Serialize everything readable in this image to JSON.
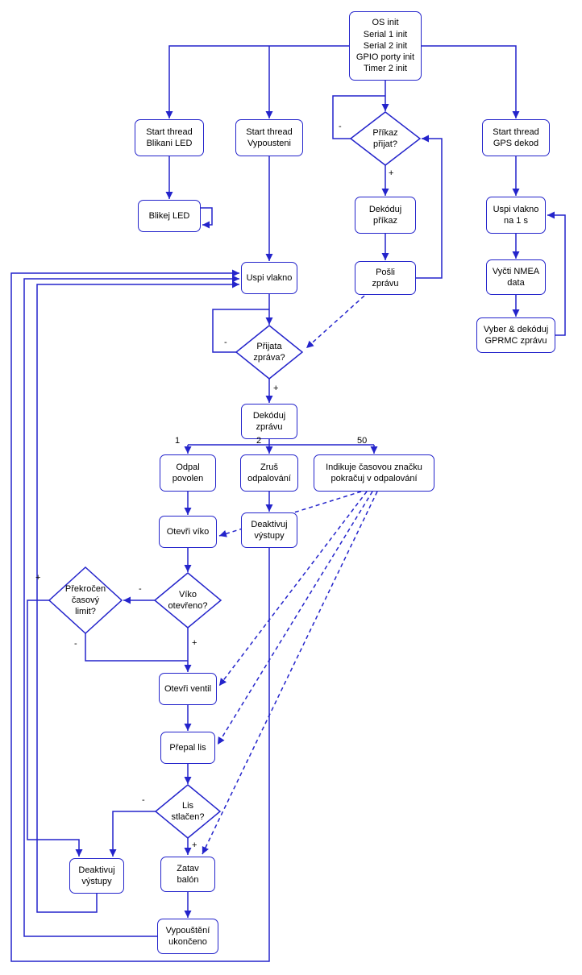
{
  "palette": {
    "line": "#2424cb",
    "text": "#000000",
    "background": "#ffffff"
  },
  "nodes": {
    "os_init": {
      "label": "OS init\nSerial 1 init\nSerial 2 init\nGPIO porty init\nTimer 2 init"
    },
    "start_blikani": {
      "label": "Start thread\nBlikani LED"
    },
    "start_vypousteni": {
      "label": "Start thread\nVypousteni"
    },
    "prikaz_prijat": {
      "label": "Příkaz\npřijat?"
    },
    "start_gps": {
      "label": "Start thread\nGPS dekod"
    },
    "blikej_led": {
      "label": "Blikej LED"
    },
    "dekoduj_prikaz": {
      "label": "Dekóduj\npříkaz"
    },
    "uspi_vlakno": {
      "label": "Uspi vlakno"
    },
    "posli_zpravu": {
      "label": "Pošli\nzprávu"
    },
    "uspi_1s": {
      "label": "Uspi vlakno\nna 1 s"
    },
    "vycti_nmea": {
      "label": "Vyčti NMEA\ndata"
    },
    "gprmc": {
      "label": "Vyber & dekóduj\nGPRMC zprávu"
    },
    "prijata_zprava": {
      "label": "Přijata\nzpráva?"
    },
    "dekoduj_zpravu": {
      "label": "Dekóduj\nzprávu"
    },
    "odpal_povolen": {
      "label": "Odpal\npovolen"
    },
    "zrus_odpalovani": {
      "label": "Zruš\nodpalování"
    },
    "indikuje": {
      "label": "Indikuje časovou značku\npokračuj v odpalování"
    },
    "otevri_viko": {
      "label": "Otevři víko"
    },
    "deaktivuj_horni": {
      "label": "Deaktivuj\nvýstupy"
    },
    "viko_otevreno": {
      "label": "Víko\notevřeno?"
    },
    "prekrocen_limit": {
      "label": "Překročen\nčasový\nlimit?"
    },
    "otevri_ventil": {
      "label": "Otevři ventil"
    },
    "prepal_lis": {
      "label": "Přepal lis"
    },
    "lis_stlacen": {
      "label": "Lis\nstlačen?"
    },
    "deaktivuj_dolni": {
      "label": "Deaktivuj\nvýstupy"
    },
    "zatav_balon": {
      "label": "Zatav\nbalón"
    },
    "vypousteni_ukonceno": {
      "label": "Vypouštění\nukončeno"
    }
  },
  "edge_labels": {
    "prikaz_minus": "-",
    "prikaz_plus": "+",
    "prijata_minus": "-",
    "prijata_plus": "+",
    "branch_1": "1",
    "branch_2": "2",
    "branch_50": "50",
    "viko_minus": "-",
    "viko_plus": "+",
    "prekrocen_plus": "+",
    "prekrocen_minus": "-",
    "lis_minus": "-",
    "lis_plus": "+"
  }
}
